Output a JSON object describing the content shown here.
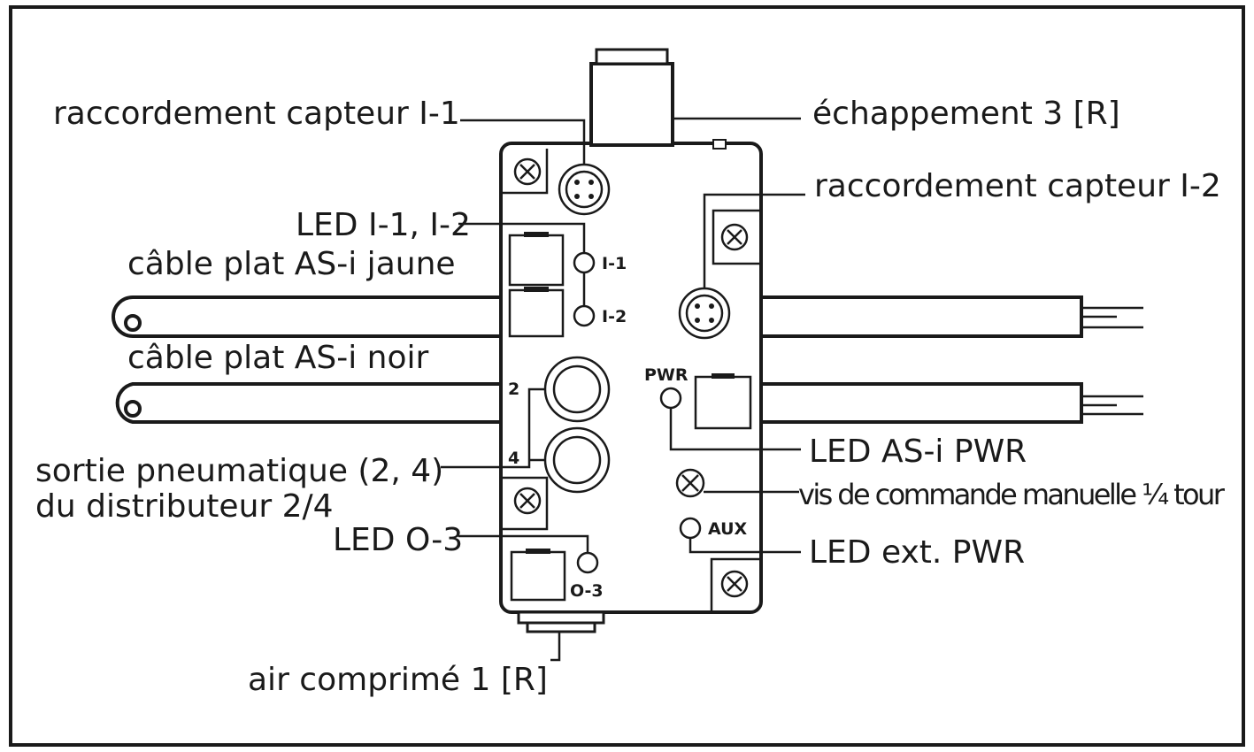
{
  "labels": {
    "raccordement_i1": "raccordement capteur I-1",
    "echappement": "échappement 3 [R]",
    "raccordement_i2": "raccordement capteur I-2",
    "led_i1_i2": "LED I-1, I-2",
    "cable_jaune": "câble plat AS-i jaune",
    "cable_noir": "câble plat AS-i noir",
    "sortie_line1": "sortie pneumatique (2, 4)",
    "sortie_line2": "du distributeur 2/4",
    "led_o3": "LED O-3",
    "air_comprime": "air comprimé 1 [R]",
    "led_asi_pwr": "LED AS-i PWR",
    "vis_commande": "vis de commande manuelle ¼ tour",
    "led_ext_pwr": "LED ext. PWR"
  },
  "device_marks": {
    "i1": "I-1",
    "i2": "I-2",
    "port2": "2",
    "port4": "4",
    "pwr": "PWR",
    "aux": "AUX",
    "o3": "O-3"
  },
  "colors": {
    "line": "#1a1a1a",
    "cable_black_fill": "#8c8c8c",
    "cable_yellow_fill": "#ffffff",
    "background": "#ffffff"
  }
}
